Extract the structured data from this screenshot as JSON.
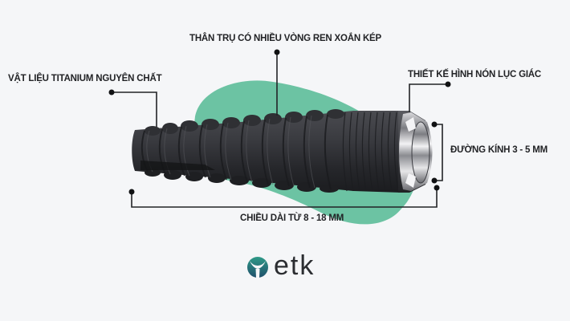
{
  "figure": {
    "subject": "dental implant",
    "annotations": {
      "material": "VẬT LIỆU TITANIUM NGUYÊN CHẤT",
      "body": "THÂN TRỤ CÓ NHIỀU VÒNG REN XOẮN KÉP",
      "cone": "THIẾT KẾ HÌNH NÓN LỤC GIÁC",
      "diameter": "ĐƯỜNG KÍNH 3 - 5 MM",
      "length": "CHIỀU DÀI TỪ 8 - 18 MM"
    }
  },
  "brand": {
    "logo_text": "etk",
    "logo_icon": "etk-y-mark-icon"
  },
  "colors": {
    "background": "#f5f6f8",
    "accent_teal": "#6cc3a3",
    "implant_dark": "#2e2f33",
    "leader_line": "#222326",
    "logo_teal_top": "#2f9a88",
    "logo_teal_bottom": "#1f4f6b"
  }
}
